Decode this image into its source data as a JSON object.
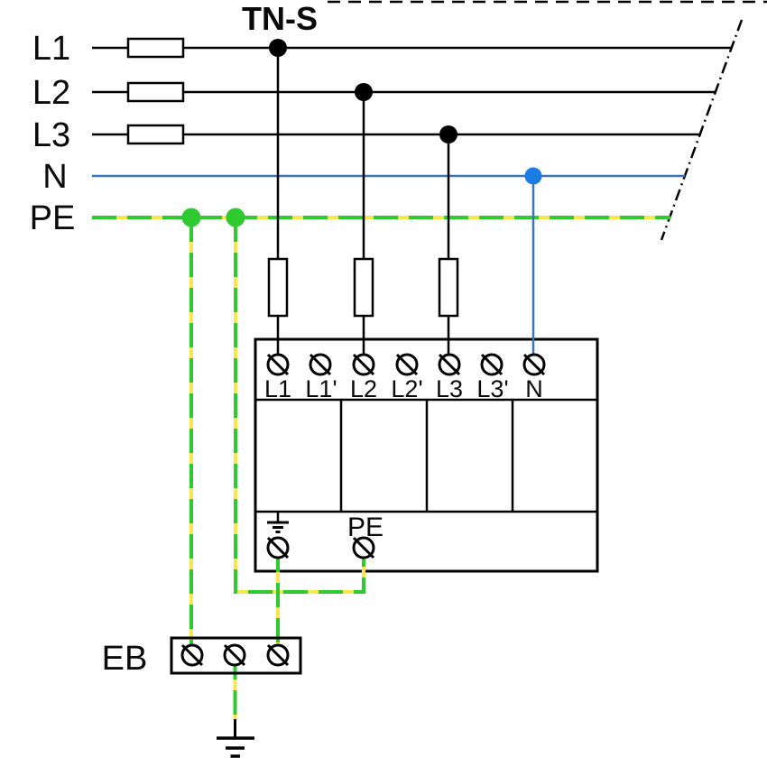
{
  "title": "TN-S",
  "colors": {
    "line_black": "#000000",
    "neutral_line": "#3a76b4",
    "neutral_dot": "#1b7ce4",
    "pe_green": "#2fca2f",
    "pe_yellow": "#f6e84a"
  },
  "conductors": [
    {
      "label": "L1"
    },
    {
      "label": "L2"
    },
    {
      "label": "L3"
    },
    {
      "label": "N"
    },
    {
      "label": "PE"
    }
  ],
  "spd": {
    "terminal_labels": [
      "L1",
      "L1'",
      "L2",
      "L2'",
      "L3",
      "L3'",
      "N"
    ],
    "pe_terminal_label": "PE"
  },
  "earth_bar": {
    "label": "EB"
  }
}
